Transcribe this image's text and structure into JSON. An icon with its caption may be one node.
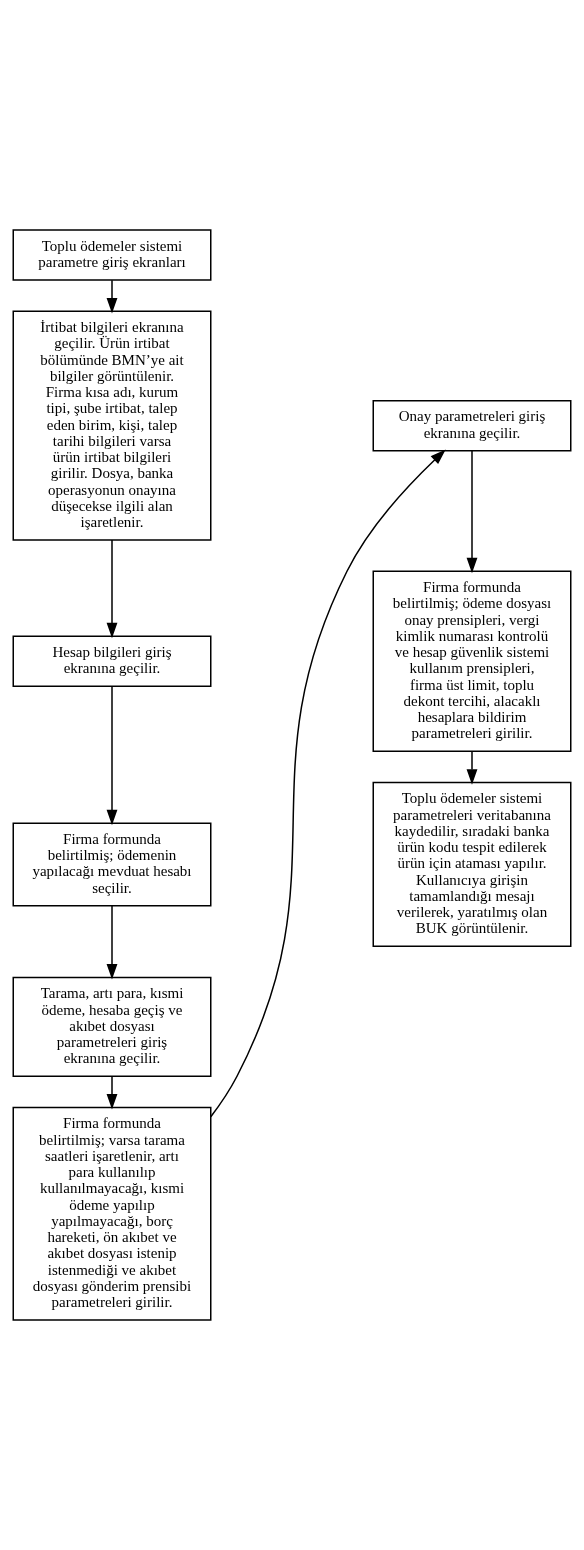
{
  "diagram": {
    "nodes": [
      {
        "text": [
          "Toplu ödemeler sistemi parametre giriş ekranları"
        ]
      },
      {
        "text": [
          "İrtibat bilgileri ekranına geçilir. Ürün irtibat bölümünde BMN’ye ait bilgiler görüntülenir. Firma kısa adı, kurum tipi, şube irtibat, talep eden birim, kişi, talep tarihi bilgileri varsa ürün irtibat bilgileri girilir. Dosya, banka operasyonun onayına düşecekse ilgili alan işaretlenir."
        ]
      },
      {
        "text": [
          "Hesap bilgileri giriş ekranına geçilir."
        ]
      },
      {
        "text": [
          "Firma formunda belirtilmiş; ödemenin yapılacağı mevduat hesabı seçilir."
        ]
      },
      {
        "text": [
          "Tarama, artı para, kısmi ödeme, hesaba geçiş ve akıbet dosyası parametreleri giriş ekranına geçilir."
        ]
      },
      {
        "text": [
          "Firma formunda belirtilmiş; varsa tarama saatleri işaretlenir, artı para kullanılıp kullanılmayacağı, kısmi ödeme yapılıp yapılmayacağı, borç hareketi, ön akıbet ve akıbet dosyası istenip istenmediği ve akıbet dosyası gönderim prensibi parametreleri girilir."
        ]
      },
      {
        "text": [
          "Onay parametreleri giriş ekranına geçilir."
        ]
      },
      {
        "text": [
          "Firma formunda belirtilmiş; ödeme dosyası onay prensipleri, vergi kimlik numarası kontrolü ve hesap güvenlik sistemi kullanım prensipleri, firma üst limit, toplu dekont tercihi, alacaklı hesaplara bildirim parametreleri girilir."
        ]
      },
      {
        "text": [
          "Toplu ödemeler sistemi parametreleri veritabanına kaydedilir, sıradaki banka ürün kodu tespit edilerek ürün için ataması yapılır. Kullanıcıya girişin tamamlandığı mesajı verilerek, yaratılmış olan BUK görüntülenir."
        ]
      }
    ],
    "edges": [
      {
        "from": 0,
        "to": 1,
        "arrow": "to"
      },
      {
        "from": 1,
        "to": 2,
        "arrow": "to"
      },
      {
        "from": 2,
        "to": 3,
        "arrow": "to"
      },
      {
        "from": 3,
        "to": 4,
        "arrow": "to"
      },
      {
        "from": 4,
        "to": 5,
        "arrow": "to"
      },
      {
        "from": 5,
        "to": 6,
        "arrow": "to"
      },
      {
        "from": 6,
        "to": 7,
        "arrow": "to"
      },
      {
        "from": 7,
        "to": 8,
        "arrow": "to"
      }
    ]
  }
}
